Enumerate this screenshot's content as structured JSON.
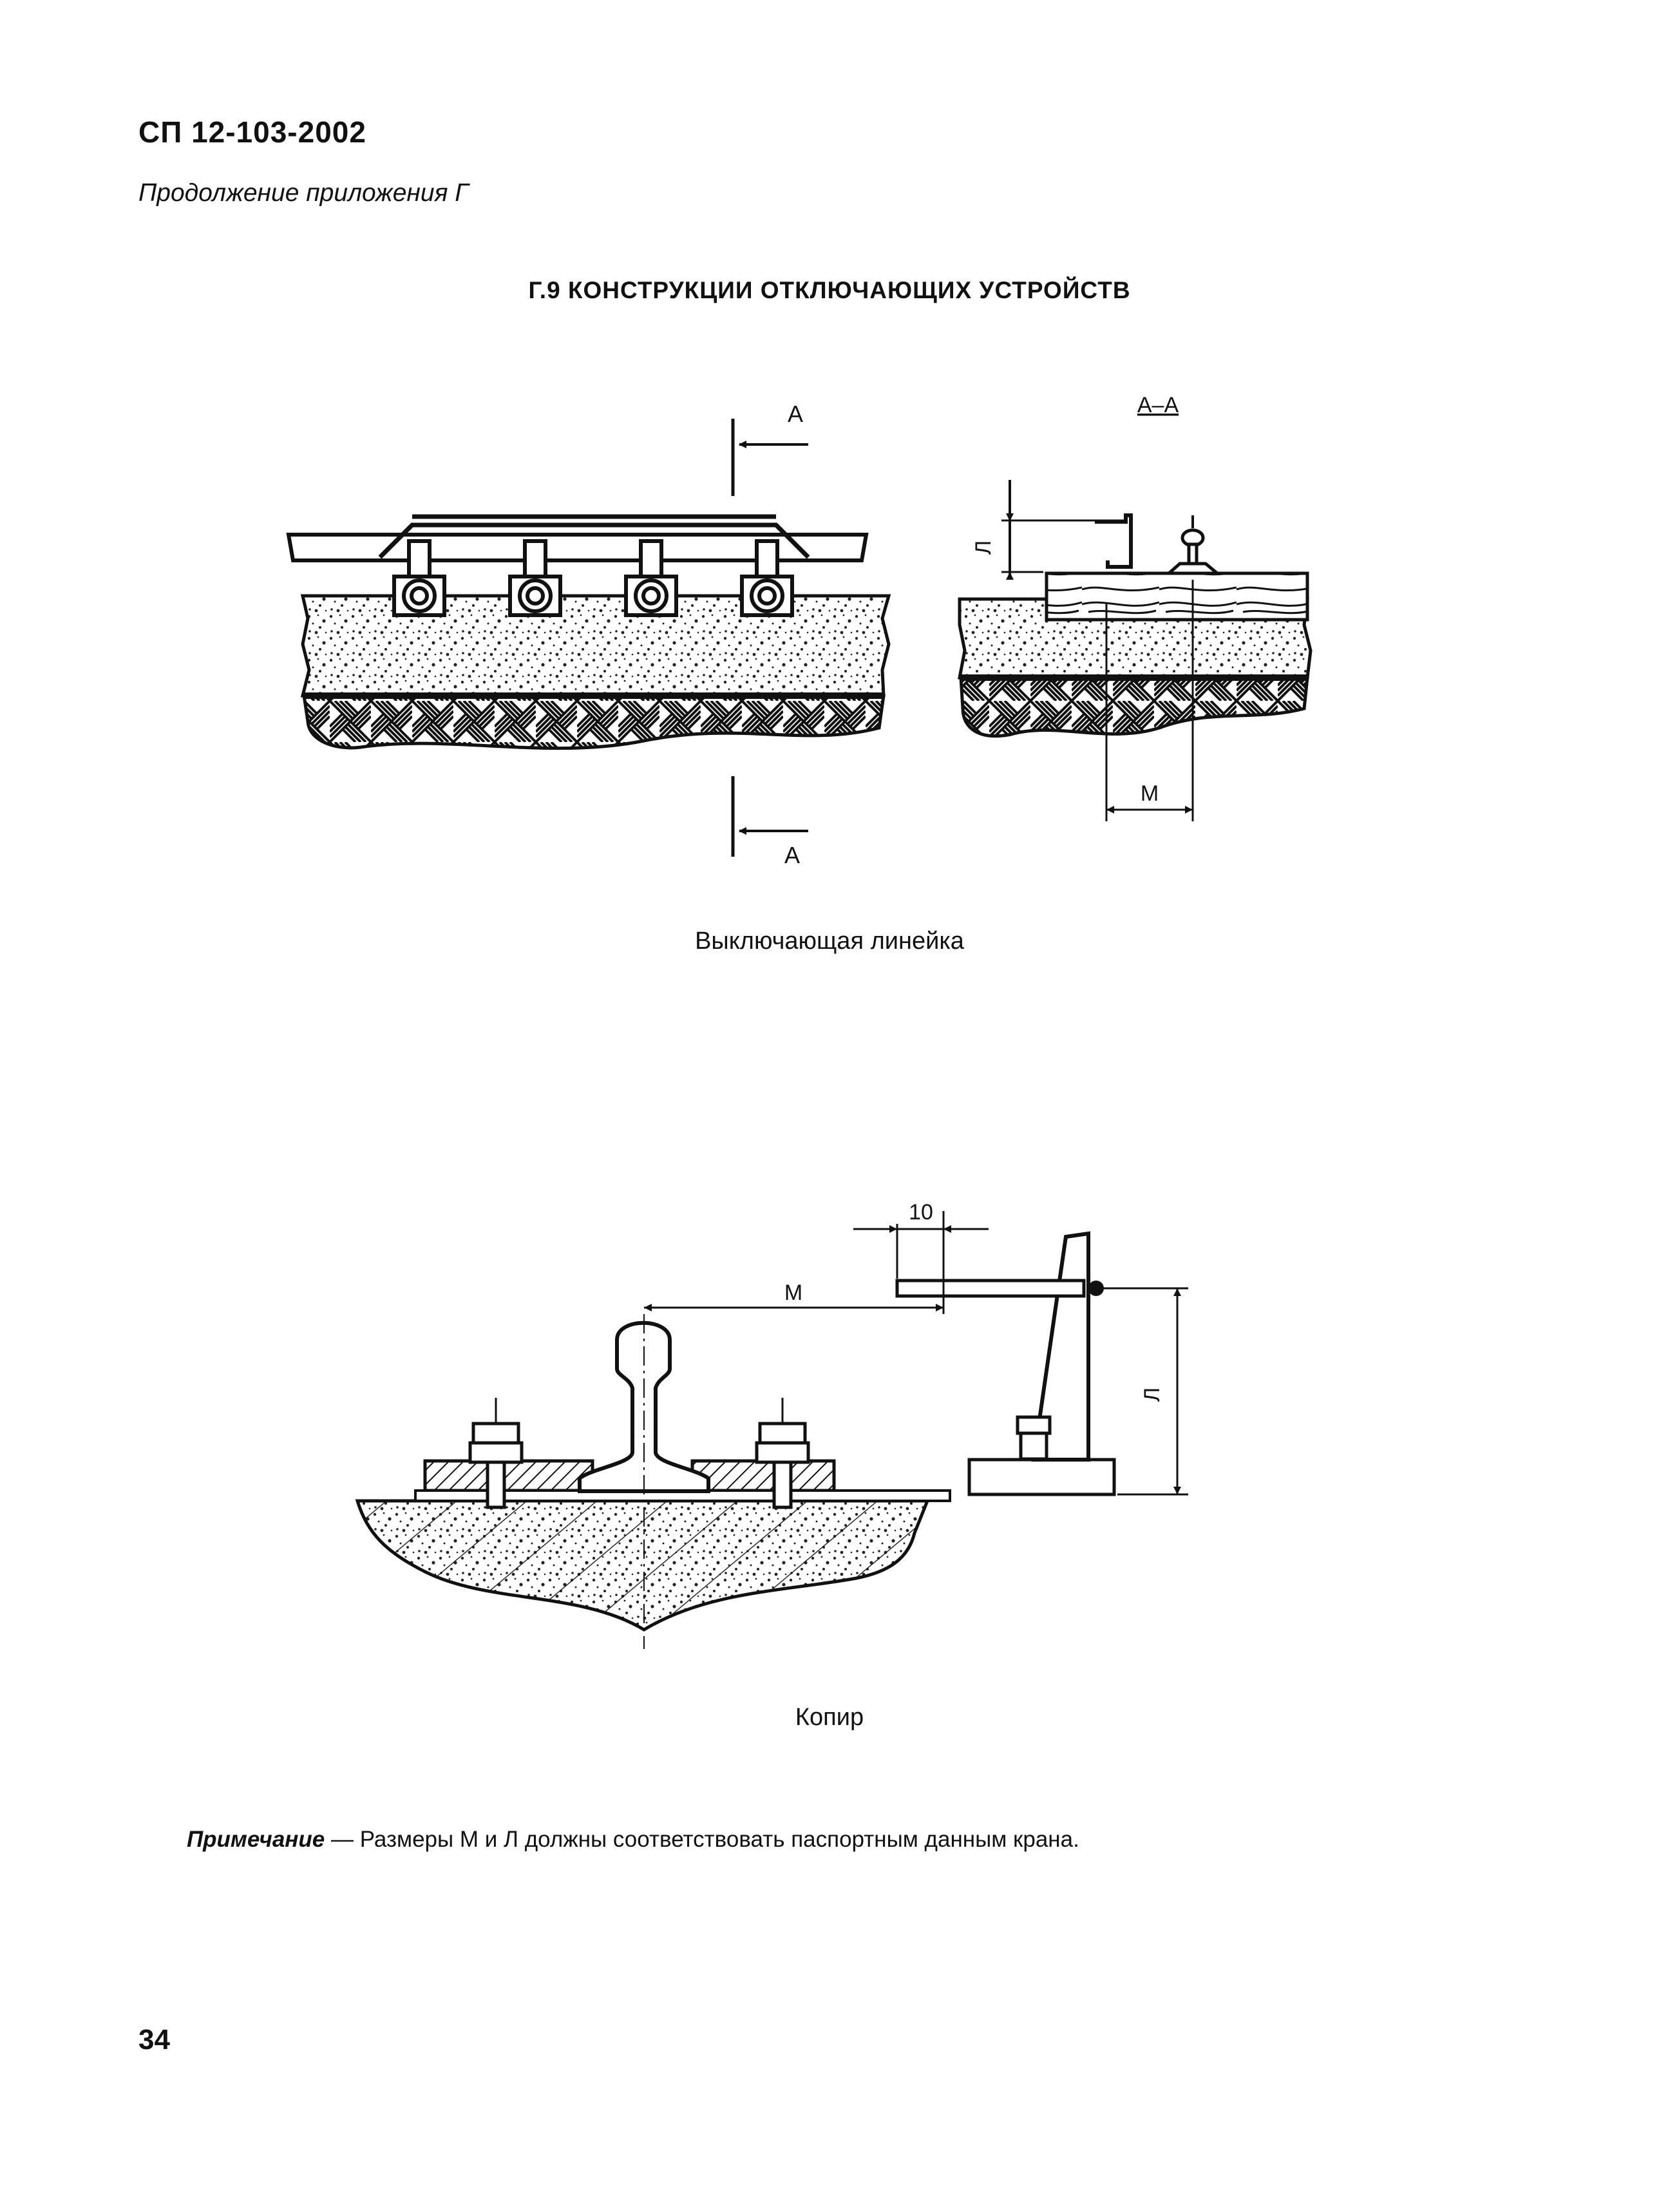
{
  "document": {
    "code": "СП 12-103-2002",
    "continuation": "Продолжение приложения Г",
    "heading": "Г.9 КОНСТРУКЦИИ ОТКЛЮЧАЮЩИХ УСТРОЙСТВ",
    "page_number": "34"
  },
  "figure1": {
    "section_mark_top": "А",
    "section_mark_bottom": "А",
    "section_title": "А–А",
    "dim_L": "Л",
    "dim_M": "М",
    "caption": "Выключающая линейка"
  },
  "figure2": {
    "dim_10": "10",
    "dim_M": "М",
    "dim_L": "Л",
    "caption": "Копир"
  },
  "note": {
    "label": "Примечание",
    "text": " — Размеры М и Л должны соответствовать паспортным данным крана."
  }
}
